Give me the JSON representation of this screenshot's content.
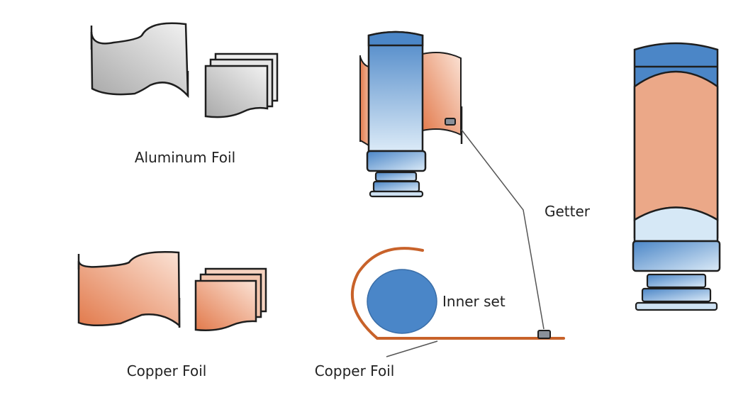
{
  "labels": {
    "aluminum_foil": "Aluminum Foil",
    "copper_foil_left": "Copper Foil",
    "copper_foil_bottom": "Copper Foil",
    "getter": "Getter",
    "inner_set": "Inner set"
  },
  "colors": {
    "aluminum_light": "#f0f0f0",
    "aluminum_dark": "#a8a8a8",
    "copper_light": "#f8d8c8",
    "copper_dark": "#e0784a",
    "copper_solid": "#eba888",
    "copper_line": "#c8622a",
    "blue_dark": "#4a86c8",
    "blue_light": "#d6e8f6",
    "blue_solid": "#4a86c8",
    "outline": "#1e1e1e",
    "getter_fill": "#808890",
    "leader_line": "#555555"
  }
}
